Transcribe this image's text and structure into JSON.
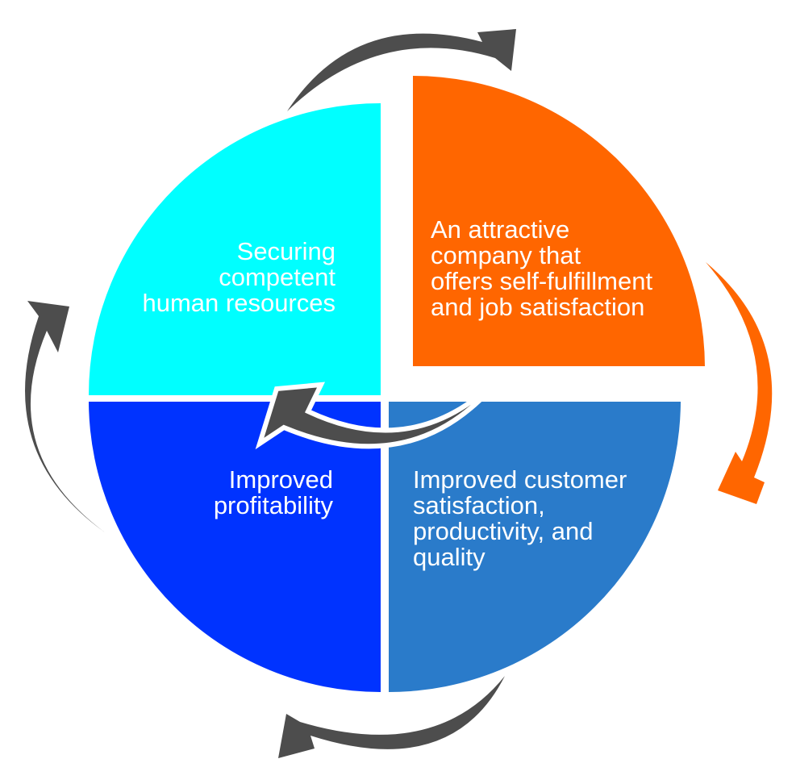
{
  "quadrants": [
    {
      "id": "top-left",
      "text": "Securing\ncompetent\nhuman resources",
      "color": "#00FFFF"
    },
    {
      "id": "top-right",
      "text": "An attractive\ncompany that\noffers self-fulfillment\nand job satisfaction",
      "color": "#FF6600"
    },
    {
      "id": "bottom-right",
      "text": "Improved customer\nsatisfaction,\nproductivity, and\nquality",
      "color": "#2A7BCA"
    },
    {
      "id": "bottom-left",
      "text": "Improved\nprofitability",
      "color": "#0033FF"
    }
  ],
  "arrow_colors": {
    "gray": "#4D4D4D",
    "orange": "#FF6600"
  }
}
